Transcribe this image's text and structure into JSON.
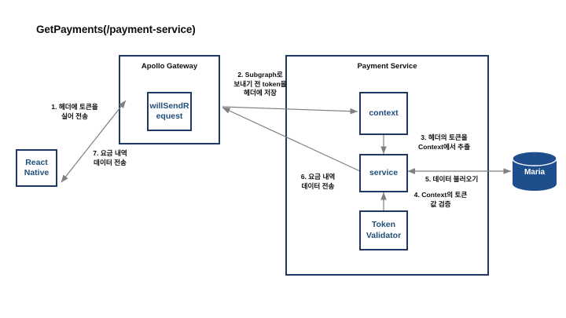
{
  "diagram": {
    "title": "GetPayments(/payment-service)",
    "colors": {
      "box_border": "#1F3864",
      "box_text": "#1F4E79",
      "label_text": "#0D0D0D",
      "arrow": "#7F7F7F",
      "database_fill": "#1F4E8C",
      "background": "#FFFFFF"
    },
    "nodes": [
      {
        "id": "react-native",
        "label": "React\nNative",
        "type": "box"
      },
      {
        "id": "apollo-gateway",
        "label": "Apollo\nGateway",
        "type": "container"
      },
      {
        "id": "will-send-request",
        "label": "willSendR\nequest",
        "type": "box"
      },
      {
        "id": "payment-service",
        "label": "Payment\nService",
        "type": "container"
      },
      {
        "id": "context",
        "label": "context",
        "type": "box"
      },
      {
        "id": "service",
        "label": "service",
        "type": "box"
      },
      {
        "id": "token-validator",
        "label": "Token\nValidator",
        "type": "box"
      },
      {
        "id": "maria-db",
        "label": "Maria",
        "type": "database"
      }
    ],
    "edge_labels": [
      {
        "id": "step-1",
        "text": "1. 헤더에 토큰을\n실어 전송"
      },
      {
        "id": "step-2",
        "text": "2. Subgraph로\n보내기 전 token을\n헤더에 저장"
      },
      {
        "id": "step-3",
        "text": "3. 헤더의 토큰을\nContext에서 추출"
      },
      {
        "id": "step-4",
        "text": "4. Context의 토큰\n값 검증"
      },
      {
        "id": "step-5",
        "text": "5. 데이터 불러오기"
      },
      {
        "id": "step-6",
        "text": "6. 요금 내역\n데이터 전송"
      },
      {
        "id": "step-7",
        "text": "7. 요금 내역\n데이터 전송"
      }
    ]
  }
}
